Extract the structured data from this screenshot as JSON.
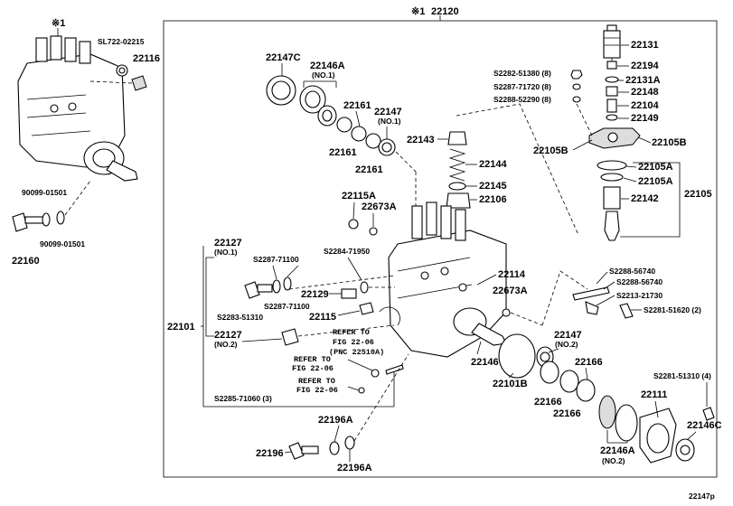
{
  "diagram": {
    "figure_code": "22147р",
    "assembly": {
      "mark": "※1",
      "number": "22120"
    },
    "small_pump_mark": "※1",
    "labels": {
      "p22131": "22131",
      "p22194": "22194",
      "p22131a": "22131A",
      "p22148": "22148",
      "p22104": "22104",
      "p22149": "22149",
      "p22105b_l": "22105B",
      "p22105b_r": "22105B",
      "p22105a_1": "22105A",
      "p22105a_2": "22105A",
      "p22105": "22105",
      "p22142": "22142",
      "s1": "S2282-51380 (8)",
      "s2": "S2287-71720 (8)",
      "s3": "S2288-52290 (8)",
      "sl722": "SL722-02215",
      "p22116": "22116",
      "p22147c": "22147C",
      "p22146a_top": "22146A",
      "p22146a_top_sub": "(NO.1)",
      "p22161_a": "22161",
      "p22161_b": "22161",
      "p22161_c": "22161",
      "p22147_top": "22147",
      "p22147_top_sub": "(NO.1)",
      "p22143": "22143",
      "p22144": "22144",
      "p22145": "22145",
      "p22106": "22106",
      "p22115a": "22115A",
      "p22673a_top": "22673A",
      "b90099_a": "90099-01501",
      "b90099_b": "90099-01501",
      "p22160": "22160",
      "p22127_top": "22127",
      "p22127_top_sub": "(NO.1)",
      "s2287_a": "S2287-71100",
      "s2284": "S2284-71950",
      "p22129": "22129",
      "s2287_b": "S2287-71100",
      "s2283": "S2283-51310",
      "p22115": "22115",
      "p22101": "22101",
      "p22127_bot": "22127",
      "p22127_bot_sub": "(NO.2)",
      "p22114": "22114",
      "p22673a_mid": "22673A",
      "s2288_a": "S2288-56740",
      "s2288_b": "S2288-56740",
      "s2213": "S2213-21730",
      "s2281_a": "S2281-51620 (2)",
      "ref1_a": "REFER TO",
      "ref1_b": "FIG 22-06",
      "ref1_c": "(PNC 22510A)",
      "ref2_a": "REFER TO",
      "ref2_b": "FIG 22-06",
      "ref3_a": "REFER TO",
      "ref3_b": "FIG 22-06",
      "s2285": "S2285-71060 (3)",
      "p22147_bot": "22147",
      "p22147_bot_sub": "(NO.2)",
      "p22146": "22146",
      "p22166_a": "22166",
      "p22166_b": "22166",
      "p22166_c": "22166",
      "p22101b": "22101B",
      "s2281_b": "S2281-51310 (4)",
      "p22111": "22111",
      "p22146c": "22146C",
      "p22146a_bot": "22146A",
      "p22146a_bot_sub": "(NO.2)",
      "p22196a_top": "22196A",
      "p22196": "22196",
      "p22196a_bot": "22196A"
    }
  }
}
